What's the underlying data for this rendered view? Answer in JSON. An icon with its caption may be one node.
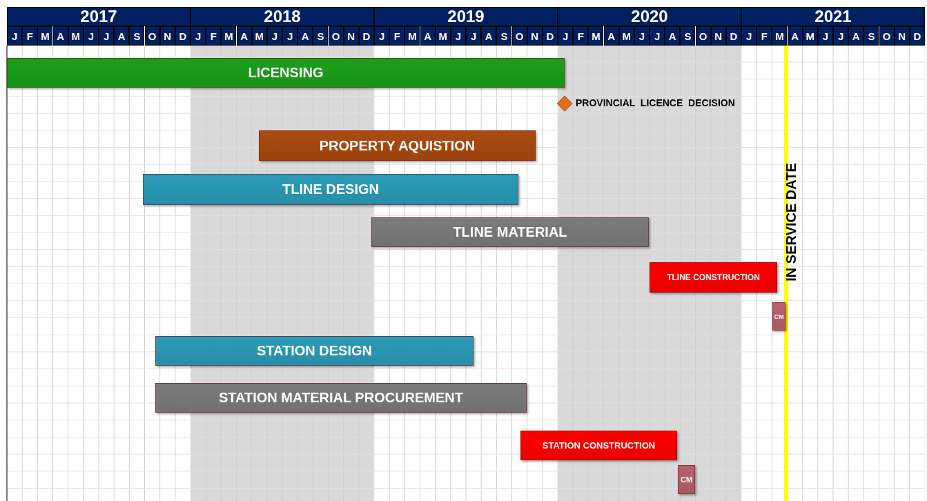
{
  "diagram": {
    "nodes": [
      {
        "text": [
          "LICENSING"
        ]
      },
      {
        "text": [],
        "shape": "diamond",
        "beside": [
          "PROVINCIAL  LICENCE  DECISION"
        ]
      },
      {
        "text": [
          "PROPERTY AQUISTION"
        ]
      },
      {
        "text": [
          "TLINE DESIGN"
        ]
      },
      {
        "text": [
          "TLINE MATERIAL"
        ]
      },
      {
        "text": [
          "TLINE CONSTRUCTION"
        ]
      },
      {
        "text": [
          "IN SERVICE DATE"
        ]
      },
      {
        "text": [
          "CM"
        ]
      },
      {
        "text": [
          "STATION DESIGN"
        ]
      },
      {
        "text": [
          "STATION MATERIAL PROCUREMENT"
        ]
      },
      {
        "text": [
          "STATION CONSTRUCTION"
        ]
      },
      {
        "text": [
          "CM"
        ]
      }
    ],
    "labels": [
      "2017",
      "2018",
      "2019",
      "2020",
      "2021",
      "J",
      "F",
      "M",
      "A",
      "M",
      "J",
      "J",
      "A",
      "S",
      "O",
      "N",
      "D",
      "J",
      "F",
      "M",
      "A",
      "M",
      "J",
      "J",
      "A",
      "S",
      "O",
      "N",
      "D",
      "J",
      "F",
      "M",
      "A",
      "M",
      "J",
      "J",
      "A",
      "S",
      "O",
      "N",
      "D",
      "J",
      "F",
      "M",
      "A",
      "M",
      "J",
      "J",
      "A",
      "S",
      "O",
      "N",
      "D",
      "J",
      "F",
      "M",
      "A",
      "M",
      "J",
      "J",
      "A",
      "S",
      "O",
      "N",
      "D"
    ]
  }
}
